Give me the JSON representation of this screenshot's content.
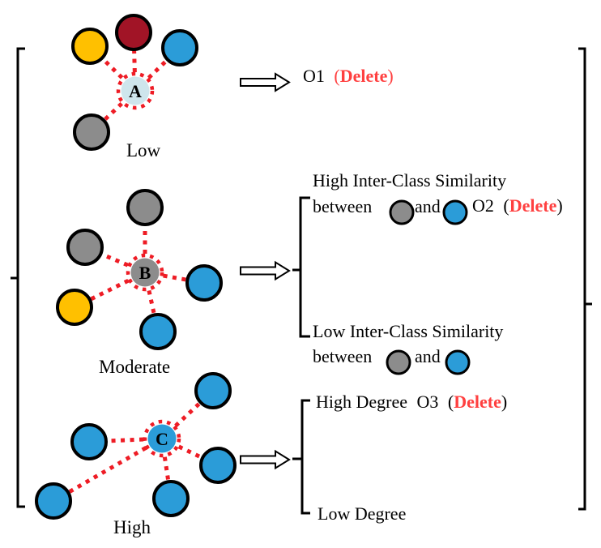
{
  "figure": {
    "clusters": [
      {
        "node": "A",
        "caption": "Low"
      },
      {
        "node": "B",
        "caption": "Moderate"
      },
      {
        "node": "C",
        "caption": "High"
      }
    ],
    "outcomes": {
      "o1": {
        "name": "O1",
        "open": "(",
        "action": "Delete",
        "close": ")"
      },
      "o2": {
        "high_line": "High Inter-Class Similarity",
        "between": "between",
        "and": "and",
        "name": "O2",
        "open": "(",
        "action": "Delete",
        "close": ")",
        "low_line": "Low Inter-Class Similarity"
      },
      "o3": {
        "high_line": "High Degree",
        "name": "O3",
        "open": "(",
        "action": "Delete",
        "close": ")",
        "low_line": "Low Degree"
      }
    }
  },
  "colors": {
    "blue": "#2B9CD8",
    "yellow": "#FFC000",
    "dark_red": "#A11426",
    "gray": "#8C8C8C",
    "node_a_fill": "#CEE5EC",
    "edge_red": "#EE1C25",
    "delete_red": "#FF4040",
    "outline_black": "#000000"
  }
}
